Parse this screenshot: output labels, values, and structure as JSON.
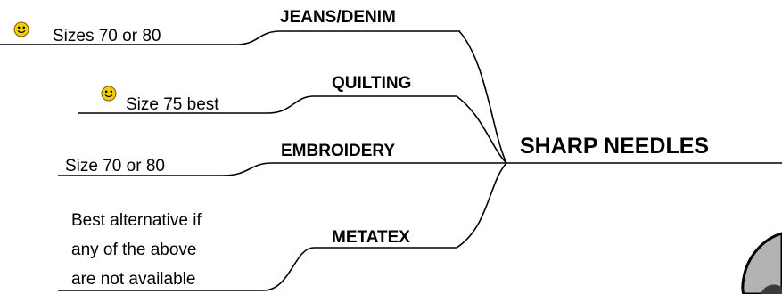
{
  "central": {
    "label": "SHARP NEEDLES"
  },
  "colors": {
    "line": "#000000",
    "smiley": "#f5d000",
    "deco_fill": "#b3b3b3"
  },
  "branches": [
    {
      "topic": "JEANS/DENIM",
      "note_lines": [
        "Sizes 70 or 80"
      ],
      "icon": "smiley-icon"
    },
    {
      "topic": "QUILTING",
      "note_lines": [
        "Size 75 best"
      ],
      "icon": "smiley-icon"
    },
    {
      "topic": "EMBROIDERY",
      "note_lines": [
        "Size 70 or 80"
      ],
      "icon": ""
    },
    {
      "topic": "METATEX",
      "note_lines": [
        "Best alternative if",
        "any of the above",
        "are not available"
      ],
      "icon": ""
    }
  ]
}
